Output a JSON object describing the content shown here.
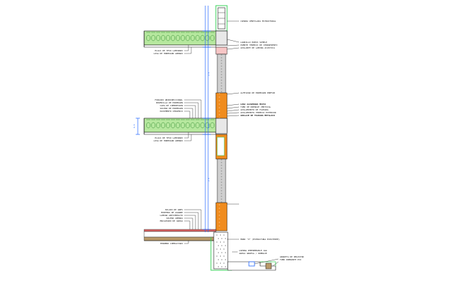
{
  "colors": {
    "background": "#ffffff",
    "line": "#111111",
    "slab_fill": "#b7e89f",
    "slab_hatch": "#2e8b2e",
    "insulation": "#f08c1e",
    "wall_gray": "#cfcfcf",
    "dimension_blue": "#1e64ff",
    "finish_green": "#39d15a",
    "screed_red": "#e06a6a",
    "ground_pink": "#f7c6c6",
    "tan": "#b99a6a"
  },
  "annotations": {
    "right_top": [
      "CAMARA VENTILADA ESTRUCTURAL",
      "LADRILLO HUECO SIMPLE",
      "PUENTE TERMICO DE CERRAMIENTO",
      "AISLANTE DE LAMINA ACUSTICA",
      "ALFEIZAR DE HORMIGON PREFAB",
      "LOSA ALIGERADA MIXTA",
      "TUBO DE DRENAJE VERTICAL",
      "AISLAMIENTO DE FACHADA",
      "AISLAMIENTO TERMICO EXTERIOR",
      "ANCLAJE DE FACHADA METALICO",
      "MURO \"X\" (ESTRUCTURA EXISTENTE)"
    ],
    "bottom_right": [
      "LAMINA IMPERMEABLE 1mm",
      "GRAVA GRUESA / DRENAJE",
      "ARQUETA DE REGISTRO",
      "TUBO DRENANTE PVC"
    ],
    "left_mid": [
      "FORJADO UNIDIRECCIONAL",
      "BOVEDILLA DE HORMIGON",
      "CAPA DE COMPRESION",
      "SOLERA DE HORMIGON",
      "PAVIMENTO CERAMICO"
    ],
    "left_bottom": [
      "SOLADO DE GRES",
      "MORTERO DE AGARRE",
      "LAMINA ANTIIMPACTO",
      "SOLERA ARMADA",
      "ENCACHADO DE GRAVA"
    ],
    "slab_labels": [
      "PLACA DE YESO LAMINADO",
      "LOSA DE HORMIGON ARMADO"
    ],
    "ground_label": "TERRENO COMPACTADO",
    "dimensions": [
      "2.5",
      "0.5",
      "2.5",
      "0.5"
    ]
  }
}
